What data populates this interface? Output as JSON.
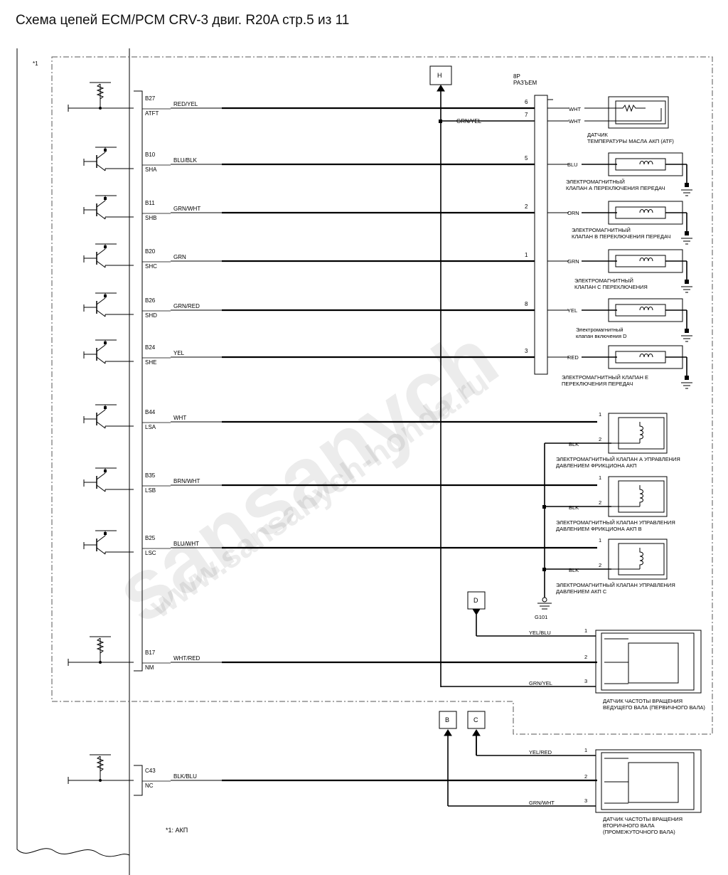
{
  "title": "Схема цепей ECM/PCM CRV-3 двиг. R20A  стр.5 из 11",
  "note_marker": "*1",
  "footnote": "*1: АКП",
  "connector": {
    "name": "8P",
    "label": "РАЗЪЕМ"
  },
  "connectors_ref": {
    "H": "H",
    "D": "D",
    "B": "B",
    "C": "C"
  },
  "ground": "G101",
  "watermark": {
    "brand": "sansanych",
    "url": "www.sansanych-honda.ru"
  },
  "pins": [
    {
      "pin": "B27",
      "signal": "ATFT",
      "wire": "RED/YEL"
    },
    {
      "pin": "B10",
      "signal": "SHA",
      "wire": "BLU/BLK"
    },
    {
      "pin": "B11",
      "signal": "SHB",
      "wire": "GRN/WHT"
    },
    {
      "pin": "B20",
      "signal": "SHC",
      "wire": "GRN"
    },
    {
      "pin": "B26",
      "signal": "SHD",
      "wire": "GRN/RED"
    },
    {
      "pin": "B24",
      "signal": "SHE",
      "wire": "YEL"
    },
    {
      "pin": "B44",
      "signal": "LSA",
      "wire": "WHT"
    },
    {
      "pin": "B35",
      "signal": "LSB",
      "wire": "BRN/WHT"
    },
    {
      "pin": "B25",
      "signal": "LSC",
      "wire": "BLU/WHT"
    },
    {
      "pin": "B17",
      "signal": "NM",
      "wire": "WHT/RED"
    },
    {
      "pin": "C43",
      "signal": "NC",
      "wire": "BLK/BLU"
    }
  ],
  "connector_pins": [
    "6",
    "7",
    "5",
    "2",
    "1",
    "8",
    "3"
  ],
  "atf_side_wires": [
    "WHT",
    "WHT"
  ],
  "grn_yel": "GRN/YEL",
  "solenoid_wires": [
    "BLU",
    "ORN",
    "GRN",
    "YEL",
    "RED"
  ],
  "components": {
    "atf_sensor": [
      "ДАТЧИК",
      "ТЕМПЕРАТУРЫ МАСЛА АКП (ATF)"
    ],
    "shift_a": [
      "ЭЛЕКТРОМАГНИТНЫЙ",
      "КЛАПАН А ПЕРЕКЛЮЧЕНИЯ ПЕРЕДАЧ"
    ],
    "shift_b": [
      "ЭЛЕКТРОМАГНИТНЫЙ",
      "КЛАПАН В ПЕРЕКЛЮЧЕНИЯ ПЕРЕДАЧ"
    ],
    "shift_c": [
      "ЭЛЕКТРОМАГНИТНЫЙ",
      "КЛАПАН С ПЕРЕКЛЮЧЕНИЯ"
    ],
    "shift_d": [
      "Электромагнитный",
      "клапан включения D"
    ],
    "shift_e": [
      "ЭЛЕКТРОМАГНИТНЫЙ КЛАПАН Е",
      "ПЕРЕКЛЮЧЕНИЯ ПЕРЕДАЧ"
    ],
    "lsa": [
      "ЭЛЕКТРОМАГНИТНЫЙ КЛАПАН А УПРАВЛЕНИЯ",
      "ДАВЛЕНИЕМ ФРИКЦИОНА АКП"
    ],
    "lsb": [
      "ЭЛЕКТРОМАГНИТНЫЙ КЛАПАН УПРАВЛЕНИЯ",
      "ДАВЛЕНИЕМ ФРИКЦИОНА АКП В"
    ],
    "lsc": [
      "ЭЛЕКТРОМАГНИТНЫЙ КЛАПАН УПРАВЛЕНИЯ",
      "ДАВЛЕНИЕМ АКП С"
    ],
    "mainshaft": [
      "ДАТЧИК ЧАСТОТЫ ВРАЩЕНИЯ",
      "ВЕДУЩЕГО ВАЛА (ПЕРВИЧНОГО ВАЛА)"
    ],
    "countershaft": [
      "ДАТЧИК ЧАСТОТЫ ВРАЩЕНИЯ",
      "ВТОРИЧНОГО ВАЛА",
      "(ПРОМЕЖУТОЧНОГО ВАЛА)"
    ]
  },
  "ls_pin_labels": [
    "1",
    "2"
  ],
  "ls_wire": "BLK",
  "speed_sensor_pins": [
    "1",
    "2",
    "3"
  ],
  "mainshaft_wires": [
    "YEL/BLU",
    "GRN/YEL"
  ],
  "countershaft_wires": [
    "YEL/RED",
    "GRN/WHT"
  ]
}
